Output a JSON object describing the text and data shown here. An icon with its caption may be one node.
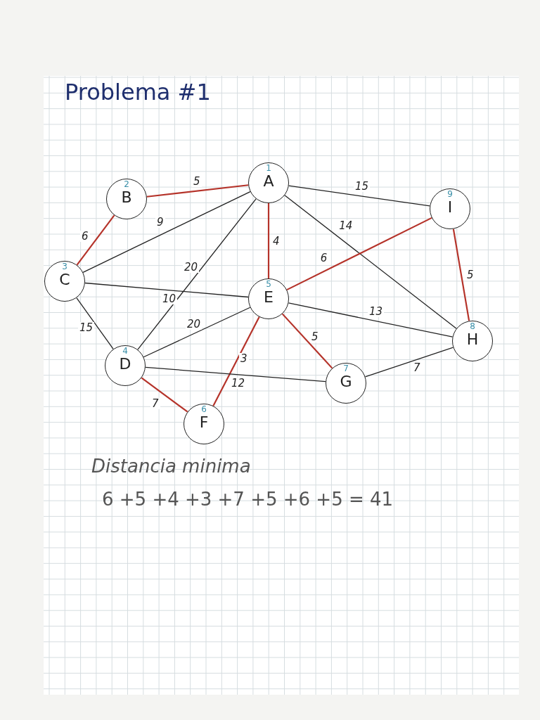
{
  "diagram": {
    "title": "Problema #1",
    "nodes": [
      {
        "text": [
          "1",
          "A"
        ]
      },
      {
        "text": [
          "2",
          "B"
        ]
      },
      {
        "text": [
          "3",
          "C"
        ]
      },
      {
        "text": [
          "4",
          "D"
        ]
      },
      {
        "text": [
          "5",
          "E"
        ]
      },
      {
        "text": [
          "6",
          "F"
        ]
      },
      {
        "text": [
          "7",
          "G"
        ]
      },
      {
        "text": [
          "8",
          "H"
        ]
      },
      {
        "text": [
          "9",
          "I"
        ]
      }
    ],
    "edges": [
      {
        "from": 1,
        "to": 0,
        "arrow": "none",
        "label": "5",
        "color": "#b5332a"
      },
      {
        "from": 2,
        "to": 1,
        "arrow": "none",
        "label": "6",
        "color": "#b5332a"
      },
      {
        "from": 2,
        "to": 0,
        "arrow": "none",
        "label": "9"
      },
      {
        "from": 3,
        "to": 0,
        "arrow": "none",
        "label": "20"
      },
      {
        "from": 0,
        "to": 4,
        "arrow": "none",
        "label": "4",
        "color": "#b5332a"
      },
      {
        "from": 0,
        "to": 8,
        "arrow": "none",
        "label": "15"
      },
      {
        "from": 0,
        "to": 7,
        "arrow": "none",
        "label": "14"
      },
      {
        "from": 2,
        "to": 4,
        "arrow": "none",
        "label": "10"
      },
      {
        "from": 2,
        "to": 3,
        "arrow": "none",
        "label": "15"
      },
      {
        "from": 3,
        "to": 4,
        "arrow": "none",
        "label": "20"
      },
      {
        "from": 4,
        "to": 8,
        "arrow": "none",
        "label": "6",
        "color": "#b5332a"
      },
      {
        "from": 4,
        "to": 7,
        "arrow": "none",
        "label": "13"
      },
      {
        "from": 4,
        "to": 6,
        "arrow": "none",
        "label": "5",
        "color": "#b5332a"
      },
      {
        "from": 4,
        "to": 5,
        "arrow": "none",
        "label": "3",
        "color": "#b5332a"
      },
      {
        "from": 3,
        "to": 6,
        "arrow": "none",
        "label": "12"
      },
      {
        "from": 3,
        "to": 5,
        "arrow": "none",
        "label": "7",
        "color": "#b5332a"
      },
      {
        "from": 6,
        "to": 7,
        "arrow": "none",
        "label": "7"
      },
      {
        "from": 8,
        "to": 7,
        "arrow": "none",
        "label": "5",
        "color": "#b5332a"
      }
    ],
    "labels": [
      "Distancia minima",
      "6 +5 +4 +3 +7 +5 +6 +5 = 41"
    ]
  }
}
